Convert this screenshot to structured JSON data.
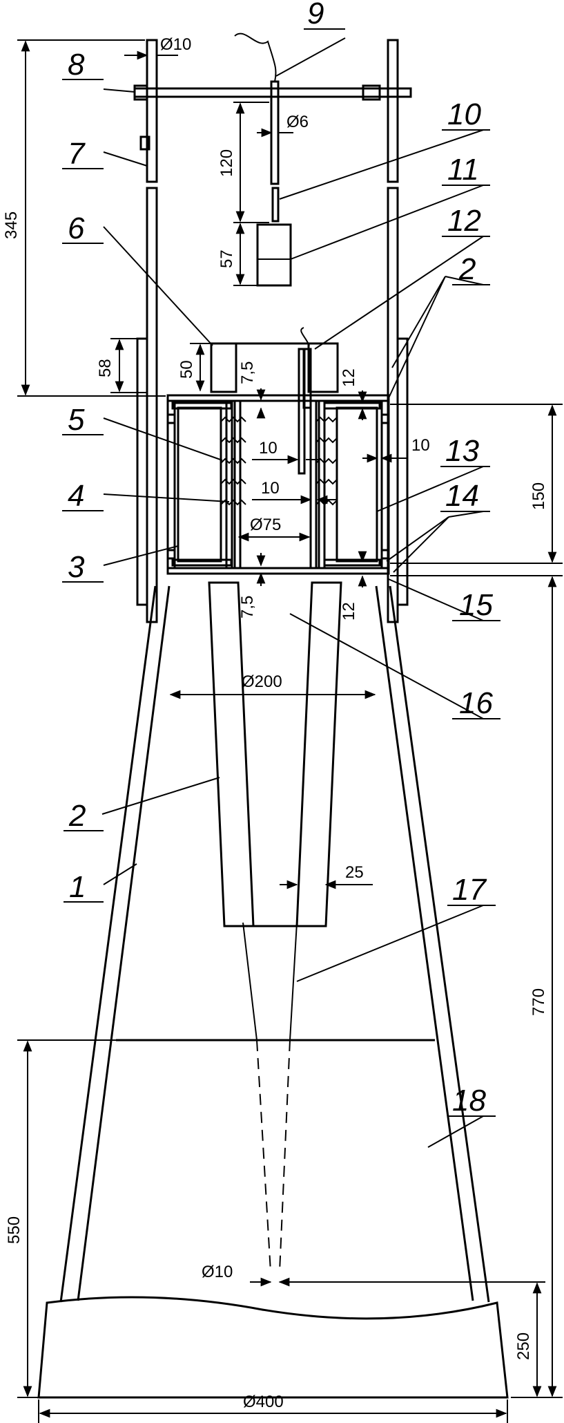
{
  "part_numbers": {
    "n1": "1",
    "n2a": "2",
    "n2b": "2",
    "n3": "3",
    "n4": "4",
    "n5": "5",
    "n6": "6",
    "n7": "7",
    "n8": "8",
    "n9": "9",
    "n10": "10",
    "n11": "11",
    "n12": "12",
    "n13": "13",
    "n14": "14",
    "n15": "15",
    "n16": "16",
    "n17": "17",
    "n18": "18"
  },
  "dimensions": {
    "d10_top": "Ø10",
    "d6": "Ø6",
    "v120": "120",
    "v57": "57",
    "v345": "345",
    "v58": "58",
    "v50": "50",
    "v7_5_top": "7,5",
    "v12_top": "12",
    "h10_a": "10",
    "h10_b": "10",
    "h10_c": "10",
    "d75": "Ø75",
    "v150": "150",
    "v7_5_bot": "7,5",
    "v12_bot": "12",
    "d200": "Ø200",
    "h25": "25",
    "v770": "770",
    "v550": "550",
    "d10_bot": "Ø10",
    "v250": "250",
    "d400": "Ø400"
  }
}
